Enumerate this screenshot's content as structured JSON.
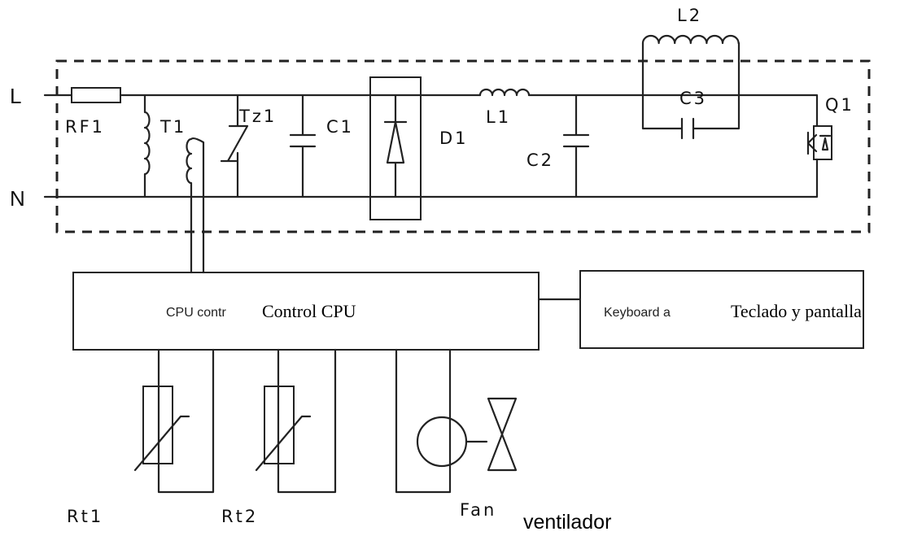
{
  "lines": {
    "live": "L",
    "neutral": "N"
  },
  "components": {
    "rf1": "RF1",
    "t1": "T1",
    "tz1": "Tz1",
    "c1": "C1",
    "d1": "D1",
    "l1": "L1",
    "c2": "C2",
    "l2": "L2",
    "c3": "C3",
    "q1": "Q1"
  },
  "blocks": {
    "cpu_original": "CPU contr",
    "cpu_translation": "Control CPU",
    "keyboard_original": "Keyboard a",
    "keyboard_translation": "Teclado y pantalla"
  },
  "peripherals": {
    "rt1": "Rt1",
    "rt2": "Rt2",
    "fan": "Fan",
    "fan_translation": "ventilador"
  }
}
